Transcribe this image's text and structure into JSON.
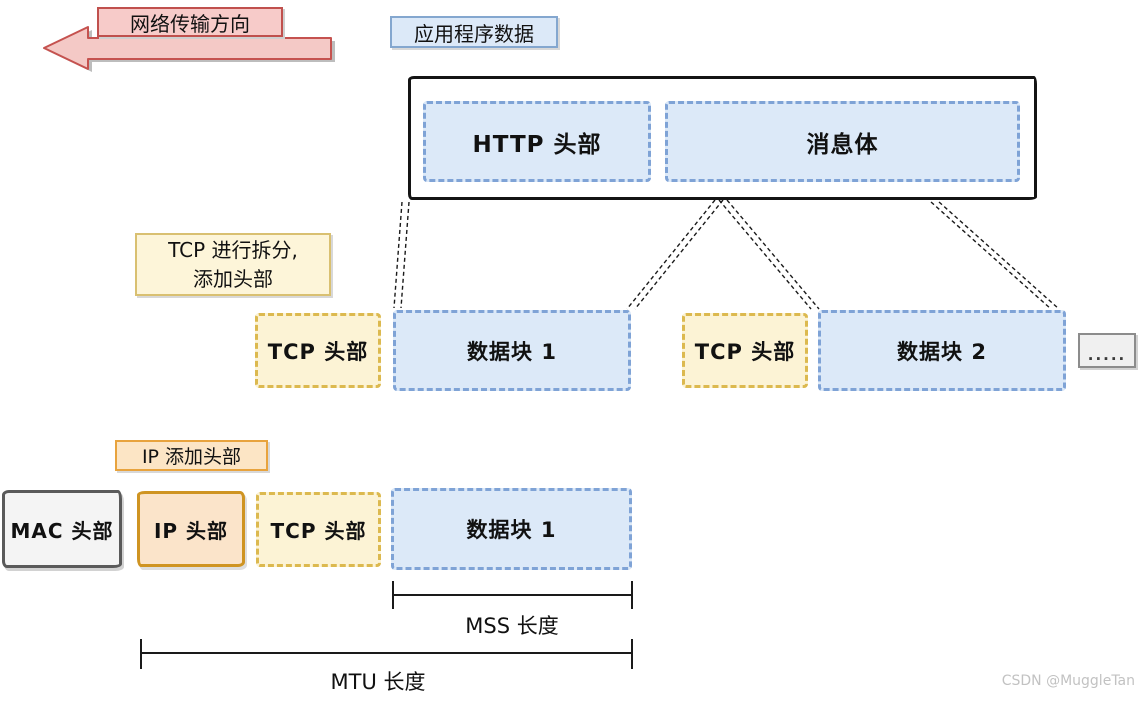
{
  "annotations": {
    "direction_label": "网络传输方向",
    "app_data_label": "应用程序数据",
    "tcp_step_line1": "TCP 进行拆分,",
    "tcp_step_line2": "添加头部",
    "ip_step_label": "IP 添加头部"
  },
  "app_layer": {
    "http_header": "HTTP 头部",
    "message_body": "消息体"
  },
  "tcp_layer": {
    "segments": [
      {
        "header": "TCP 头部",
        "data": "数据块 1"
      },
      {
        "header": "TCP 头部",
        "data": "数据块 2"
      }
    ],
    "ellipsis": "....."
  },
  "ip_layer": {
    "mac_header": "MAC 头部",
    "ip_header": "IP 头部",
    "tcp_header": "TCP 头部",
    "data_block": "数据块 1"
  },
  "measurements": {
    "mss_label": "MSS 长度",
    "mtu_label": "MTU 长度"
  },
  "watermark": "CSDN @MuggleTan",
  "colors": {
    "pink_fill": "#f7cbc9",
    "pink_border": "#c0504d",
    "blue_fill": "#dce9f8",
    "blue_border": "#7fa3d6",
    "yellow_fill": "#fcf3d5",
    "yellow_border": "#dcb94f",
    "orange_fill": "#fbe4ca",
    "orange_border": "#cf9422",
    "peach_fill": "#fce5c5",
    "peach_border": "#e8a33d",
    "gray_fill": "#f4f4f4",
    "gray_border": "#5a5a5a",
    "ink": "#141414"
  }
}
